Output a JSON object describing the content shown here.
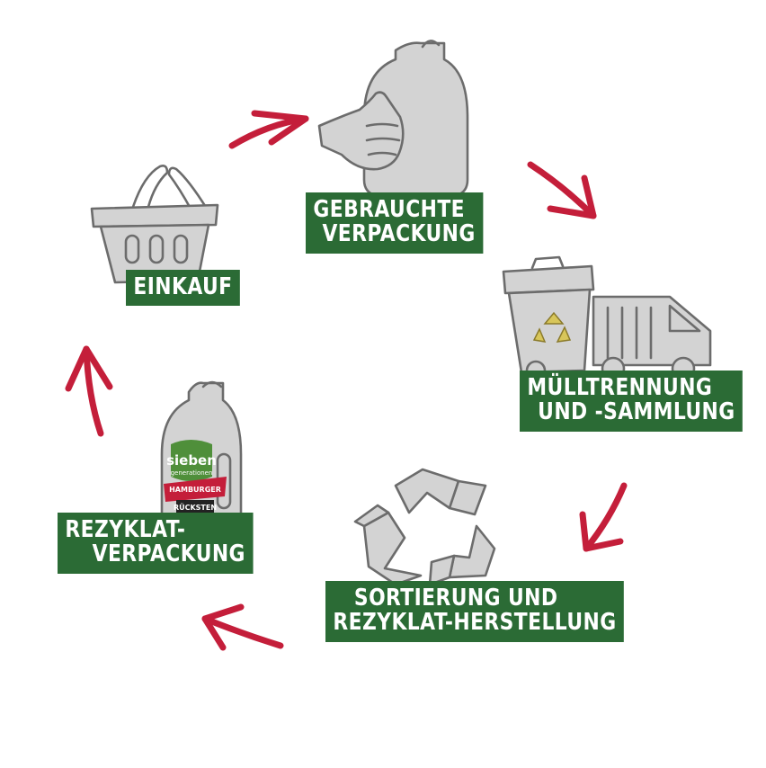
{
  "steps": [
    {
      "id": "einkauf",
      "lines": [
        "EINKAUF"
      ],
      "icon": "shopping-basket-icon"
    },
    {
      "id": "gebrauchte-verpackung",
      "lines": [
        "GEBRAUCHTE",
        "VERPACKUNG"
      ],
      "icon": "hand-holding-bottle-icon"
    },
    {
      "id": "muelltrennung",
      "lines": [
        "MÜLLTRENNUNG",
        "UND -SAMMLUNG"
      ],
      "icon": "recycling-bin-truck-icon"
    },
    {
      "id": "sortierung",
      "lines": [
        "SORTIERUNG UND",
        "REZYKLAT-HERSTELLUNG"
      ],
      "icon": "recycle-symbol-icon"
    },
    {
      "id": "rezyklat-verpackung",
      "lines": [
        "REZYKLAT-",
        "VERPACKUNG"
      ],
      "icon": "recycled-bottle-icon"
    }
  ],
  "bottle_branding": {
    "brand": "sieben",
    "sub": "generationen",
    "badge_1": "HAMBURGER",
    "badge_2": "RÜCKSTEN"
  },
  "colors": {
    "label_bg": "#2b6b35",
    "label_text": "#ffffff",
    "arrow": "#c41e3a",
    "icon_fill": "#d3d3d3",
    "icon_stroke": "#6c6c6c"
  }
}
